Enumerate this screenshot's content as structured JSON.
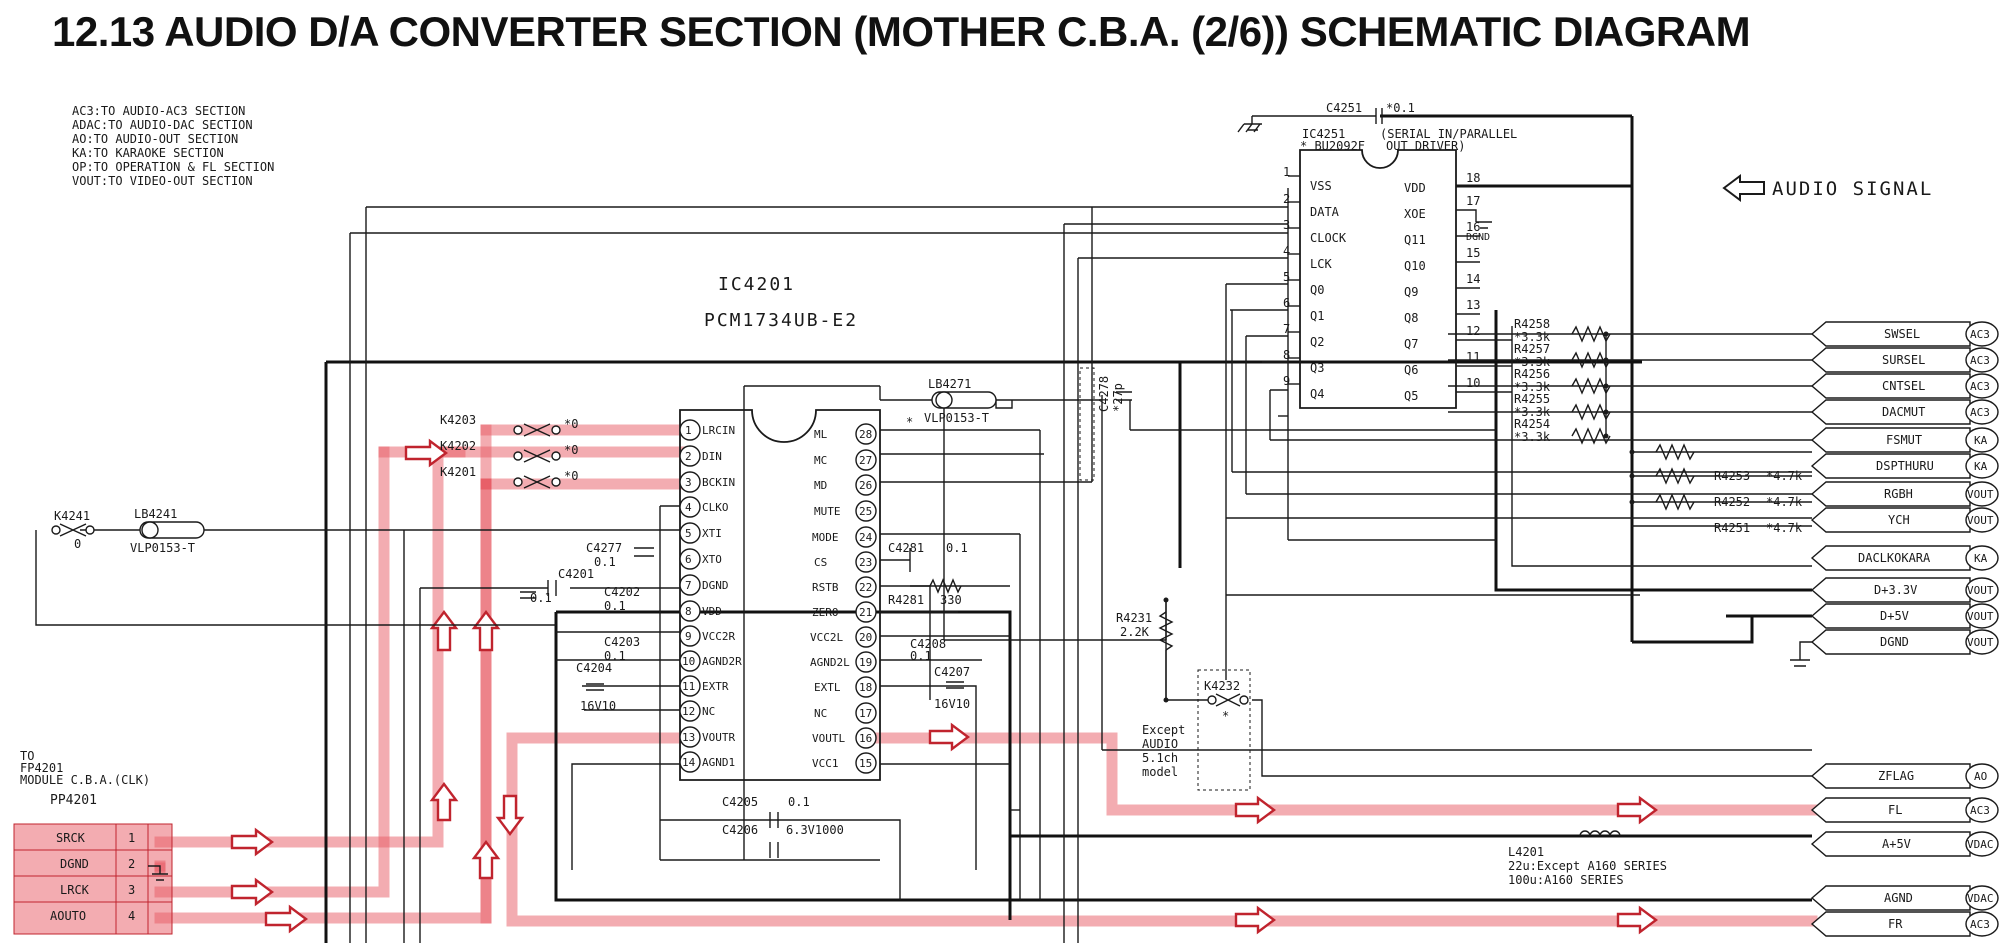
{
  "title": "12.13 AUDIO D/A CONVERTER SECTION (MOTHER C.B.A. (2/6)) SCHEMATIC DIAGRAM",
  "legend": [
    "AC3:TO AUDIO-AC3 SECTION",
    "ADAC:TO AUDIO-DAC SECTION",
    "AO:TO AUDIO-OUT SECTION",
    "KA:TO KARAOKE SECTION",
    "OP:TO OPERATION & FL SECTION",
    "VOUT:TO VIDEO-OUT SECTION"
  ],
  "audio_signal_label": "AUDIO SIGNAL",
  "ic4201": {
    "ref": "IC4201",
    "part": "PCM1734UB-E2",
    "left_pins": [
      {
        "num": "1",
        "name": "LRCIN"
      },
      {
        "num": "2",
        "name": "DIN"
      },
      {
        "num": "3",
        "name": "BCKIN"
      },
      {
        "num": "4",
        "name": "CLKO"
      },
      {
        "num": "5",
        "name": "XTI"
      },
      {
        "num": "6",
        "name": "XTO"
      },
      {
        "num": "7",
        "name": "DGND"
      },
      {
        "num": "8",
        "name": "VDD"
      },
      {
        "num": "9",
        "name": "VCC2R"
      },
      {
        "num": "10",
        "name": "AGND2R"
      },
      {
        "num": "11",
        "name": "EXTR"
      },
      {
        "num": "12",
        "name": "NC"
      },
      {
        "num": "13",
        "name": "VOUTR"
      },
      {
        "num": "14",
        "name": "AGND1"
      }
    ],
    "right_pins": [
      {
        "num": "28",
        "name": "ML"
      },
      {
        "num": "27",
        "name": "MC"
      },
      {
        "num": "26",
        "name": "MD"
      },
      {
        "num": "25",
        "name": "MUTE"
      },
      {
        "num": "24",
        "name": "MODE"
      },
      {
        "num": "23",
        "name": "CS"
      },
      {
        "num": "22",
        "name": "RSTB"
      },
      {
        "num": "21",
        "name": "ZERO"
      },
      {
        "num": "20",
        "name": "VCC2L"
      },
      {
        "num": "19",
        "name": "AGND2L"
      },
      {
        "num": "18",
        "name": "EXTL"
      },
      {
        "num": "17",
        "name": "NC"
      },
      {
        "num": "16",
        "name": "VOUTL"
      },
      {
        "num": "15",
        "name": "VCC1"
      }
    ]
  },
  "ic4251": {
    "ref": "IC4251",
    "part": "* BU2092F",
    "desc1": "(SERIAL IN/PARALLEL",
    "desc2": "OUT DRIVER)",
    "left_pins": [
      {
        "num": "1",
        "name": "VSS"
      },
      {
        "num": "2",
        "name": "DATA"
      },
      {
        "num": "3",
        "name": "CLOCK"
      },
      {
        "num": "4",
        "name": "LCK"
      },
      {
        "num": "5",
        "name": "Q0"
      },
      {
        "num": "6",
        "name": "Q1"
      },
      {
        "num": "7",
        "name": "Q2"
      },
      {
        "num": "8",
        "name": "Q3"
      },
      {
        "num": "9",
        "name": "Q4"
      }
    ],
    "right_pins": [
      {
        "num": "18",
        "name": "VDD"
      },
      {
        "num": "17",
        "name": "XOE"
      },
      {
        "num": "16",
        "name": "Q11"
      },
      {
        "num": "15",
        "name": "Q10"
      },
      {
        "num": "14",
        "name": "Q9"
      },
      {
        "num": "13",
        "name": "Q8"
      },
      {
        "num": "12",
        "name": "Q7"
      },
      {
        "num": "11",
        "name": "Q6"
      },
      {
        "num": "10",
        "name": "Q5"
      }
    ],
    "dgnd": "DGND"
  },
  "components": {
    "c4251": "C4251",
    "c4251v": "*0.1",
    "k4203": "K4203",
    "k4202": "K4202",
    "k4201": "K4201",
    "k_val": "*0",
    "k4241": "K4241",
    "k4241v": "0",
    "lb4241": "LB4241",
    "lb4241v": "VLP0153-T",
    "lb4271": "LB4271",
    "lb4271v": "VLP0153-T",
    "star": "*",
    "c4277": "C4277",
    "c4277v": "0.1",
    "c4201": "C4201",
    "c4201v": "0.1",
    "c4202": "C4202",
    "c4202v": "0.1",
    "c4203": "C4203",
    "c4203v": "0.1",
    "c4204": "C4204",
    "c4204v": "16V10",
    "c4281": "C4281",
    "c4281v": "0.1",
    "r4281": "R4281",
    "r4281v": "330",
    "c4208": "C4208",
    "c4208v": "0.1",
    "c4207": "C4207",
    "c4207v": "16V10",
    "c4205": "C4205",
    "c4205v": "0.1",
    "c4206": "C4206",
    "c4206v": "6.3V1000",
    "c4278": "C4278",
    "c4278v": "*27p",
    "r4231": "R4231",
    "r4231v": "2.2K",
    "k4232": "K4232",
    "except1": "Except",
    "except2": "AUDIO",
    "except3": "5.1ch",
    "except4": "model",
    "l4201": "L4201",
    "l4201a": "22u:Except A160 SERIES",
    "l4201b": "100u:A160 SERIES",
    "r4258": "R4258",
    "r4257": "R4257",
    "r4256": "R4256",
    "r4255": "R4255",
    "r4254": "R4254",
    "r33k": "*3.3k",
    "r4253": "R4253",
    "r4252": "R4252",
    "r4251": "R4251",
    "r47k": "*4.7k"
  },
  "connector_pp4201": {
    "to1": "TO",
    "to2": "FP4201",
    "to3": "MODULE C.B.A.(CLK)",
    "ref": "PP4201",
    "pins": [
      {
        "num": "1",
        "name": "SRCK"
      },
      {
        "num": "2",
        "name": "DGND"
      },
      {
        "num": "3",
        "name": "LRCK"
      },
      {
        "num": "4",
        "name": "AOUTO"
      }
    ]
  },
  "terminals": [
    {
      "name": "SWSEL",
      "dest": "AC3"
    },
    {
      "name": "SURSEL",
      "dest": "AC3"
    },
    {
      "name": "CNTSEL",
      "dest": "AC3"
    },
    {
      "name": "DACMUT",
      "dest": "AC3"
    },
    {
      "name": "FSMUT",
      "dest": "KA"
    },
    {
      "name": "DSPTHURU",
      "dest": "KA"
    },
    {
      "name": "RGBH",
      "dest": "VOUT"
    },
    {
      "name": "YCH",
      "dest": "VOUT"
    },
    {
      "name": "DACLKOKARA",
      "dest": "KA"
    },
    {
      "name": "D+3.3V",
      "dest": "VOUT"
    },
    {
      "name": "D+5V",
      "dest": "VOUT"
    },
    {
      "name": "DGND",
      "dest": "VOUT"
    },
    {
      "name": "ZFLAG",
      "dest": "AO"
    },
    {
      "name": "FL",
      "dest": "AC3"
    },
    {
      "name": "A+5V",
      "dest": "VDAC"
    },
    {
      "name": "AGND",
      "dest": "VDAC"
    },
    {
      "name": "FR",
      "dest": "AC3"
    }
  ]
}
